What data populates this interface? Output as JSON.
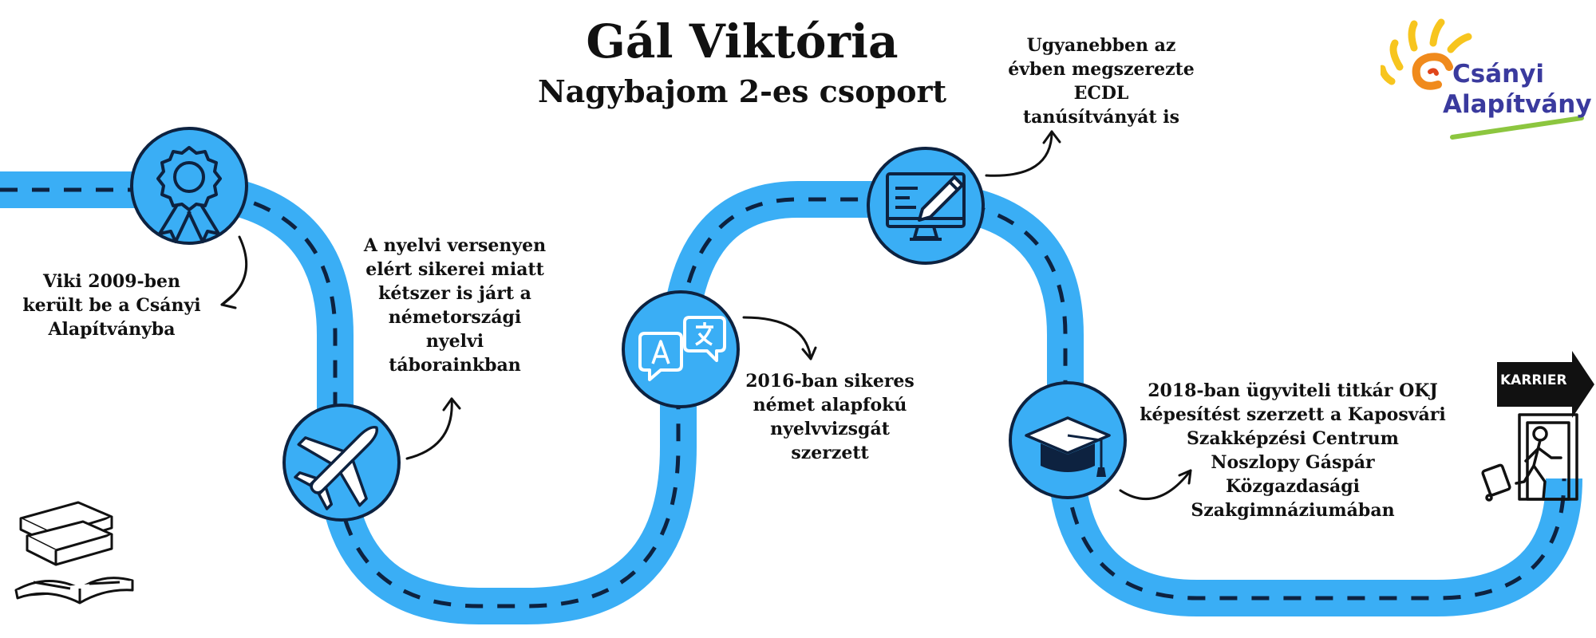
{
  "header": {
    "title": "Gál Viktória",
    "subtitle": "Nagybajom 2-es csoport"
  },
  "milestones": [
    {
      "icon": "award-ribbon-icon",
      "text": "Viki 2009-ben\nkerült be a Csányi\nAlapítványba"
    },
    {
      "icon": "airplane-icon",
      "text": "A nyelvi versenyen\nelért sikerei miatt\nkétszer is járt a\nnémetországi\nnyelvi\ntáborainkban"
    },
    {
      "icon": "translate-bubbles-icon",
      "text": "2016-ban sikeres\nnémet alapfokú\nnyelvvizsgát\nszerzett"
    },
    {
      "icon": "computer-pencil-icon",
      "text": "Ugyanebben az\névben megszerezte\nECDL\ntanúsítványát is"
    },
    {
      "icon": "graduation-cap-icon",
      "text": "2018-ban ügyviteli titkár OKJ\nképesítést szerzett a Kaposvári\nSzakképzési Centrum\nNoszlopy Gáspár\nKözgazdasági\nSzakgimnáziumában"
    }
  ],
  "logo": {
    "line1": "Csányi",
    "line2": "Alapítvány"
  },
  "exit_sign": {
    "label": "KARRIER"
  },
  "colors": {
    "road": "#3aaef5",
    "circle": "#3aaef5",
    "outline": "#0d2240",
    "dash": "#0d2240",
    "logo_text": "#3a3a9e",
    "logo_sun_yellow": "#f7c51e",
    "logo_sun_orange": "#f08a1c",
    "logo_green": "#8cc63f"
  }
}
